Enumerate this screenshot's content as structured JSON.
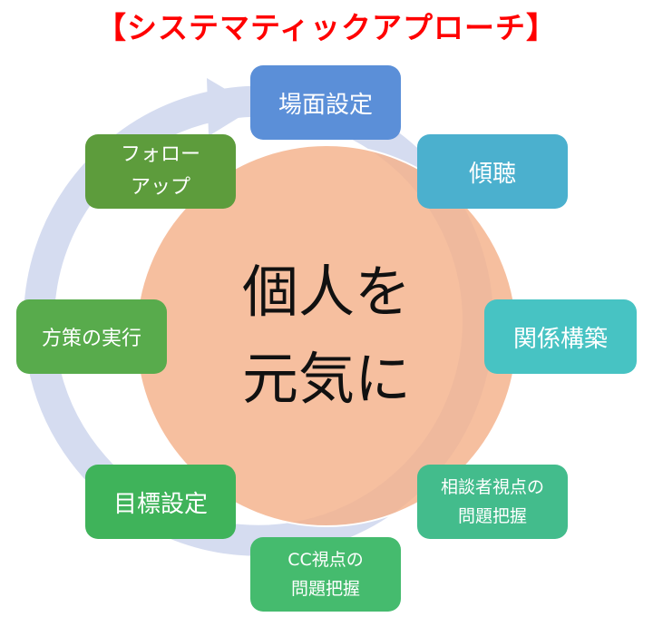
{
  "title": "【システマティックアプローチ】",
  "center": {
    "text": "個人を\n元気に",
    "color": "#f4b18a"
  },
  "steps": [
    {
      "label": "場面設定",
      "color": "#5b8fd8"
    },
    {
      "label": "傾聴",
      "color": "#4bb0ce"
    },
    {
      "label": "関係構築",
      "color": "#47c3c3"
    },
    {
      "label": "相談者視点の\n問題把握",
      "color": "#43bc8c"
    },
    {
      "label": "CC視点の\n問題把握",
      "color": "#45bb6e"
    },
    {
      "label": "目標設定",
      "color": "#3fb35a"
    },
    {
      "label": "方策の実行",
      "color": "#58ab4c"
    },
    {
      "label": "フォロー\nアップ",
      "color": "#5d9c3c"
    }
  ],
  "ring_color": "#d5dcf0"
}
